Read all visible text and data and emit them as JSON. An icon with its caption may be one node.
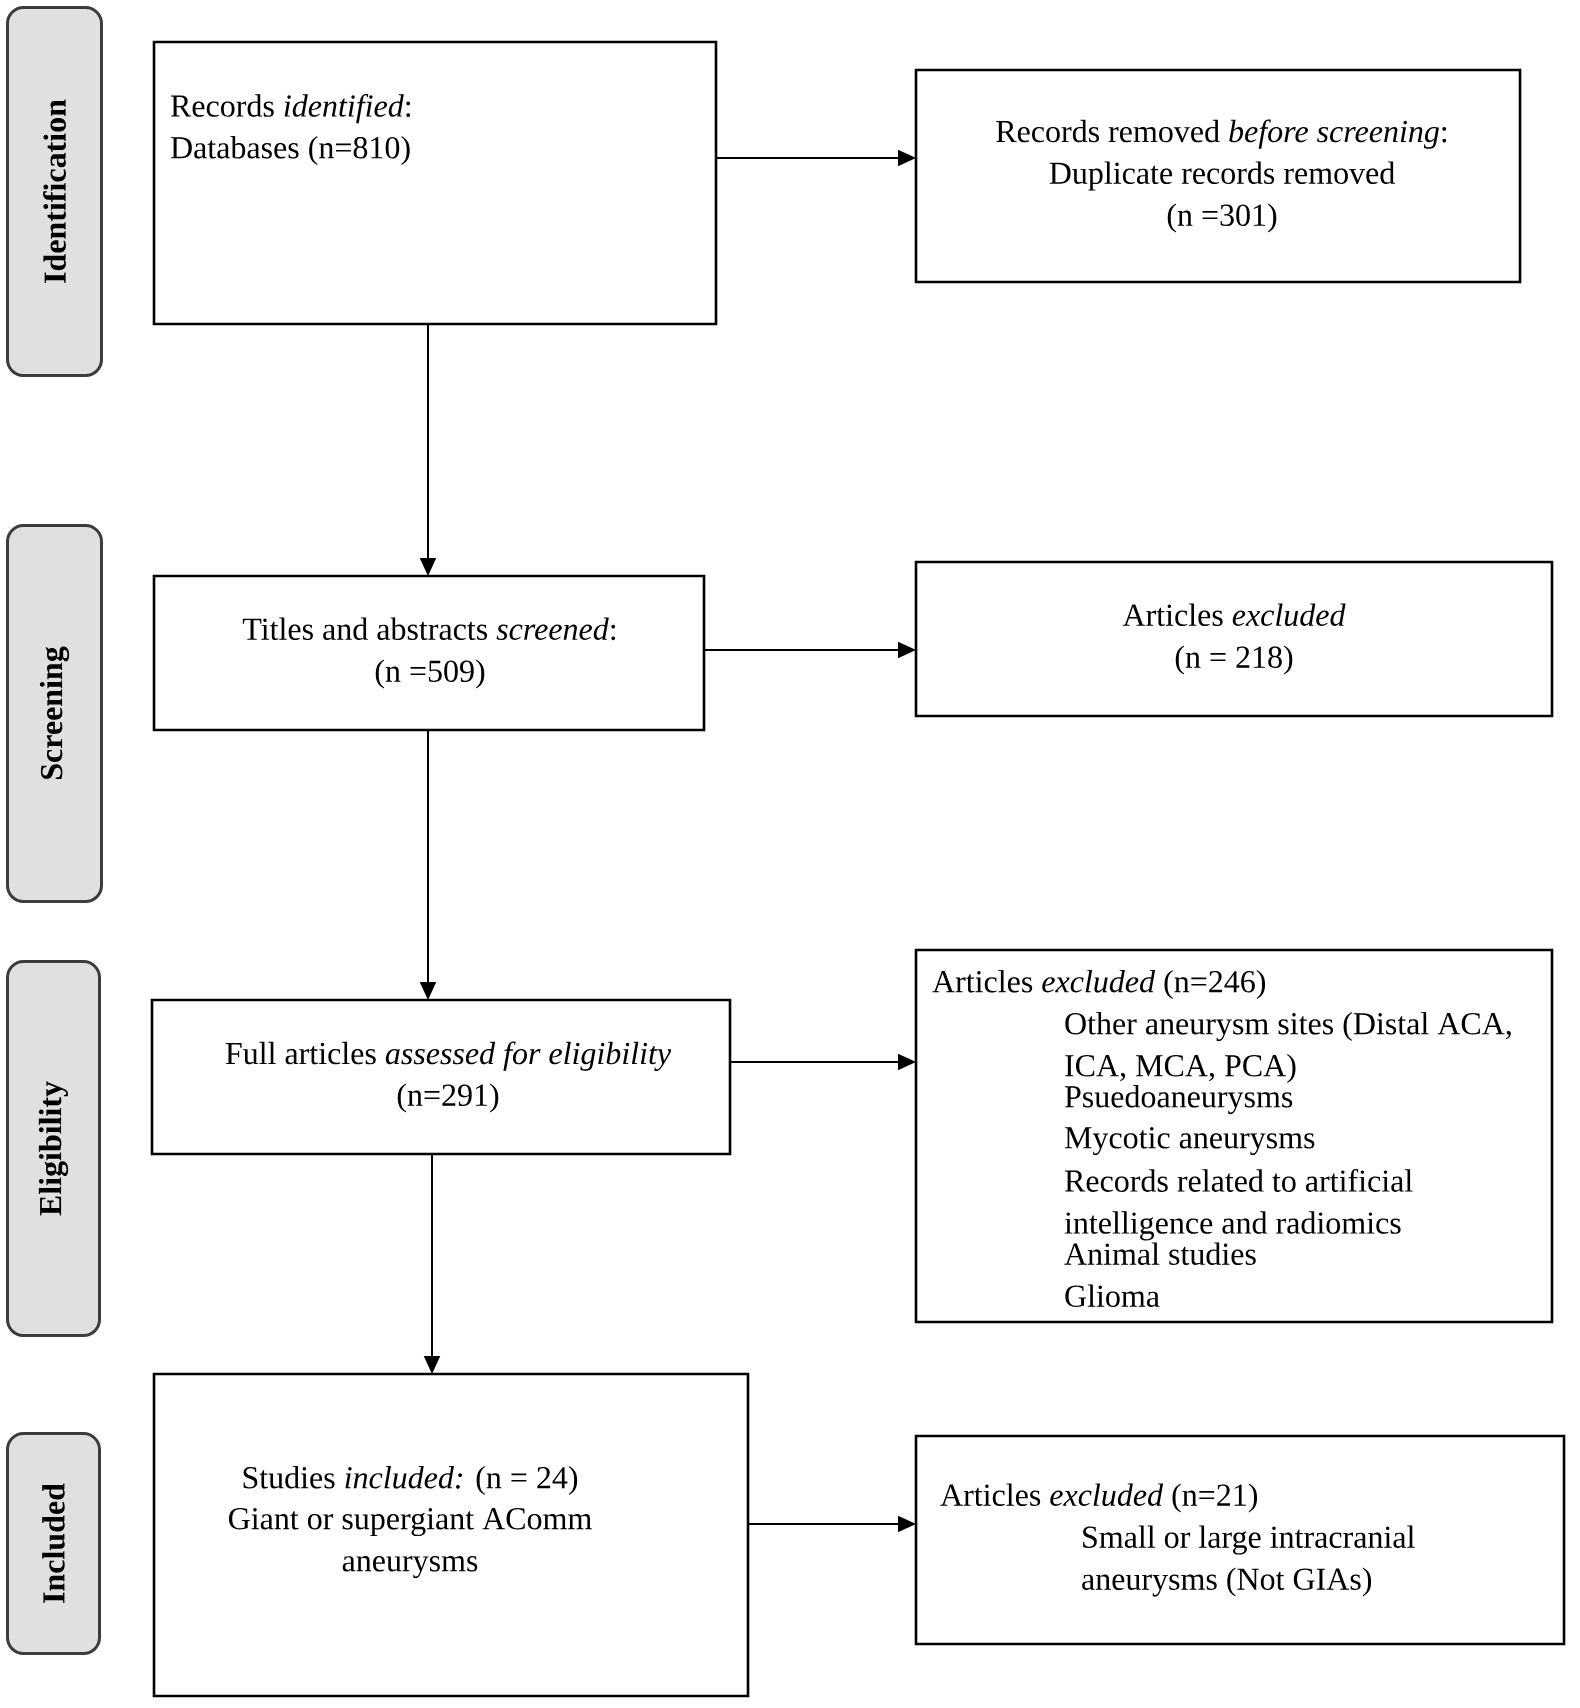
{
  "diagram": {
    "nodes": [
      {
        "text": [
          "Identification"
        ]
      },
      {
        "text": [
          "Records *identified*:",
          "Databases (n=810)"
        ]
      },
      {
        "text": [
          "Records removed *before screening*:",
          "Duplicate records removed",
          "(n =301)"
        ]
      },
      {
        "text": [
          "Screening"
        ]
      },
      {
        "text": [
          "Titles and abstracts *screened*:",
          "(n =509)"
        ]
      },
      {
        "text": [
          "Articles *excluded*",
          "(n = 218)"
        ]
      },
      {
        "text": [
          "Eligibility"
        ]
      },
      {
        "text": [
          "Full articles *assessed for eligibility*",
          "(n=291)"
        ]
      },
      {
        "text": [
          "Articles *excluded* (n=246)",
          "Other aneurysm sites (Distal ACA, ICA, MCA, PCA)",
          "Psuedoaneurysms",
          "Mycotic aneurysms",
          "Records related to artificial intelligence and radiomics",
          "Animal studies",
          "Glioma"
        ]
      },
      {
        "text": [
          "Included"
        ]
      },
      {
        "text": [
          "Studies *included:* (n = 24)",
          "Giant or supergiant AComm aneurysms"
        ]
      },
      {
        "text": [
          "Articles *excluded* (n=21)",
          "Small or large intracranial aneurysms (Not GIAs)"
        ]
      }
    ],
    "edges": [
      {
        "from": 1,
        "to": 2,
        "arrow": "to"
      },
      {
        "from": 1,
        "to": 4,
        "arrow": "to"
      },
      {
        "from": 4,
        "to": 5,
        "arrow": "to"
      },
      {
        "from": 4,
        "to": 7,
        "arrow": "to"
      },
      {
        "from": 7,
        "to": 8,
        "arrow": "to"
      },
      {
        "from": 7,
        "to": 10,
        "arrow": "to"
      },
      {
        "from": 10,
        "to": 11,
        "arrow": "to"
      }
    ]
  }
}
